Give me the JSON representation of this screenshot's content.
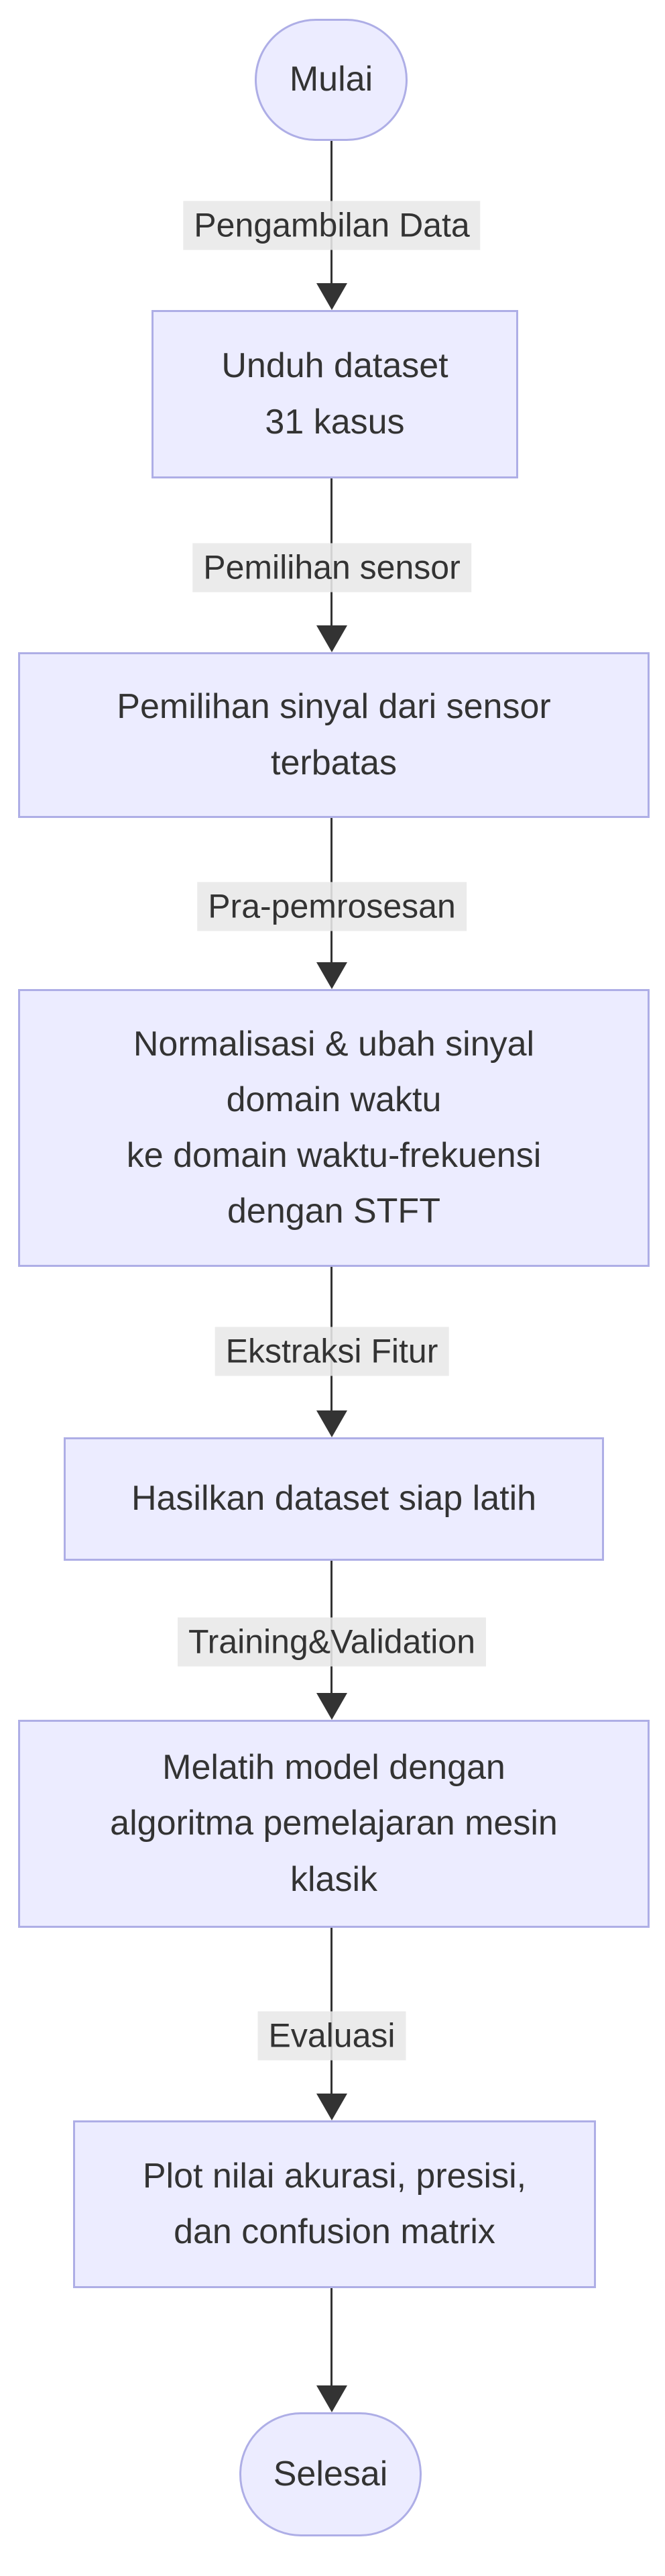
{
  "diagram": {
    "type": "flowchart-top-down",
    "colors": {
      "node_fill": "#ECECFF",
      "node_border": "#aeaee6",
      "edge_label_bg": "#e8e8e8",
      "arrow": "#333333",
      "text": "#333333",
      "background": "#ffffff"
    },
    "nodes": [
      {
        "id": "mulai",
        "shape": "stadium",
        "lines": [
          "Mulai"
        ]
      },
      {
        "id": "proses1",
        "shape": "rect",
        "lines": [
          "Unduh dataset",
          "31 kasus"
        ]
      },
      {
        "id": "proses2",
        "shape": "rect",
        "lines": [
          "Pemilihan sinyal dari sensor",
          "terbatas"
        ]
      },
      {
        "id": "proses3",
        "shape": "rect",
        "lines": [
          "Normalisasi & ubah sinyal",
          "domain waktu",
          "ke domain waktu-frekuensi",
          "dengan STFT"
        ]
      },
      {
        "id": "proses4",
        "shape": "rect",
        "lines": [
          "Hasilkan dataset siap latih"
        ]
      },
      {
        "id": "proses5",
        "shape": "rect",
        "lines": [
          "Melatih model dengan",
          "algoritma pemelajaran mesin",
          "klasik"
        ]
      },
      {
        "id": "proses6",
        "shape": "rect",
        "lines": [
          "Plot nilai akurasi, presisi,",
          "dan confusion matrix"
        ]
      },
      {
        "id": "selesai",
        "shape": "stadium",
        "lines": [
          "Selesai"
        ]
      }
    ],
    "edges": [
      {
        "from": "mulai",
        "to": "proses1",
        "label": "Pengambilan Data"
      },
      {
        "from": "proses1",
        "to": "proses2",
        "label": "Pemilihan sensor"
      },
      {
        "from": "proses2",
        "to": "proses3",
        "label": "Pra-pemrosesan"
      },
      {
        "from": "proses3",
        "to": "proses4",
        "label": "Ekstraksi Fitur"
      },
      {
        "from": "proses4",
        "to": "proses5",
        "label": "Training&Validation"
      },
      {
        "from": "proses5",
        "to": "proses6",
        "label": "Evaluasi"
      },
      {
        "from": "proses6",
        "to": "selesai",
        "label": ""
      }
    ]
  }
}
